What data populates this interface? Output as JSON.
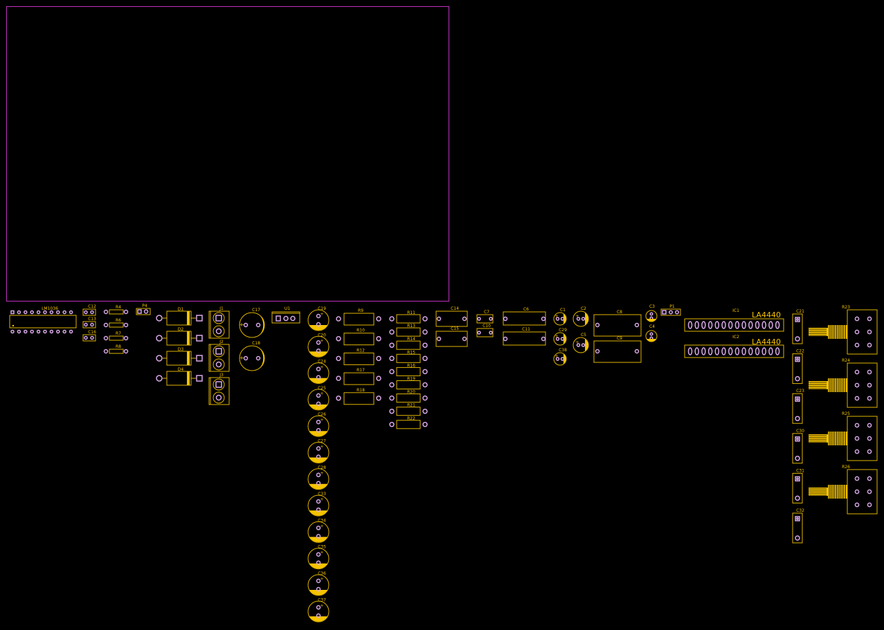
{
  "title": "",
  "colors": {
    "background": "#000000",
    "silkscreen": "#f5c400",
    "pad": "#d8a8e8",
    "board_outline": "#c030c0"
  },
  "components": {
    "ic_lm": "LM1036",
    "ic1": "IC1",
    "ic2": "IC2",
    "ic1_part": "LA4440",
    "ic2_part": "LA4440",
    "u1": "U1",
    "p1": "P1",
    "p4": "P4",
    "j1": "J1",
    "j2": "J2",
    "j3": "J3",
    "d1": "D1",
    "d2": "D2",
    "d3": "D3",
    "d4": "D4",
    "c12": "C12",
    "c13": "C13",
    "c16": "C16",
    "r4": "R4",
    "r6": "R6",
    "r7": "R7",
    "r8": "R8",
    "c17": "C17",
    "c18": "C18",
    "col_caps": [
      "C19",
      "C20",
      "C24",
      "C25",
      "C26",
      "C27",
      "C28",
      "C33",
      "C34",
      "C35",
      "C36",
      "C37"
    ],
    "res_big": [
      "R9",
      "R10",
      "R12",
      "R17",
      "R18"
    ],
    "res_small": [
      "R11",
      "R13",
      "R14",
      "R15",
      "R16",
      "R19",
      "R20",
      "R21",
      "R22"
    ],
    "c14": "C14",
    "c15": "C15",
    "c7": "C7",
    "c10": "C10",
    "c6": "C6",
    "c11": "C11",
    "c1": "C1",
    "c2": "C2",
    "c29": "C29",
    "c5": "C5",
    "c38": "C38",
    "c8": "C8",
    "c9": "C9",
    "c3": "C3",
    "c4": "C4",
    "right_caps": [
      "C21",
      "C22",
      "C23",
      "C30",
      "C31",
      "C32"
    ],
    "pots": [
      "R23",
      "R24",
      "R25",
      "R26"
    ]
  }
}
